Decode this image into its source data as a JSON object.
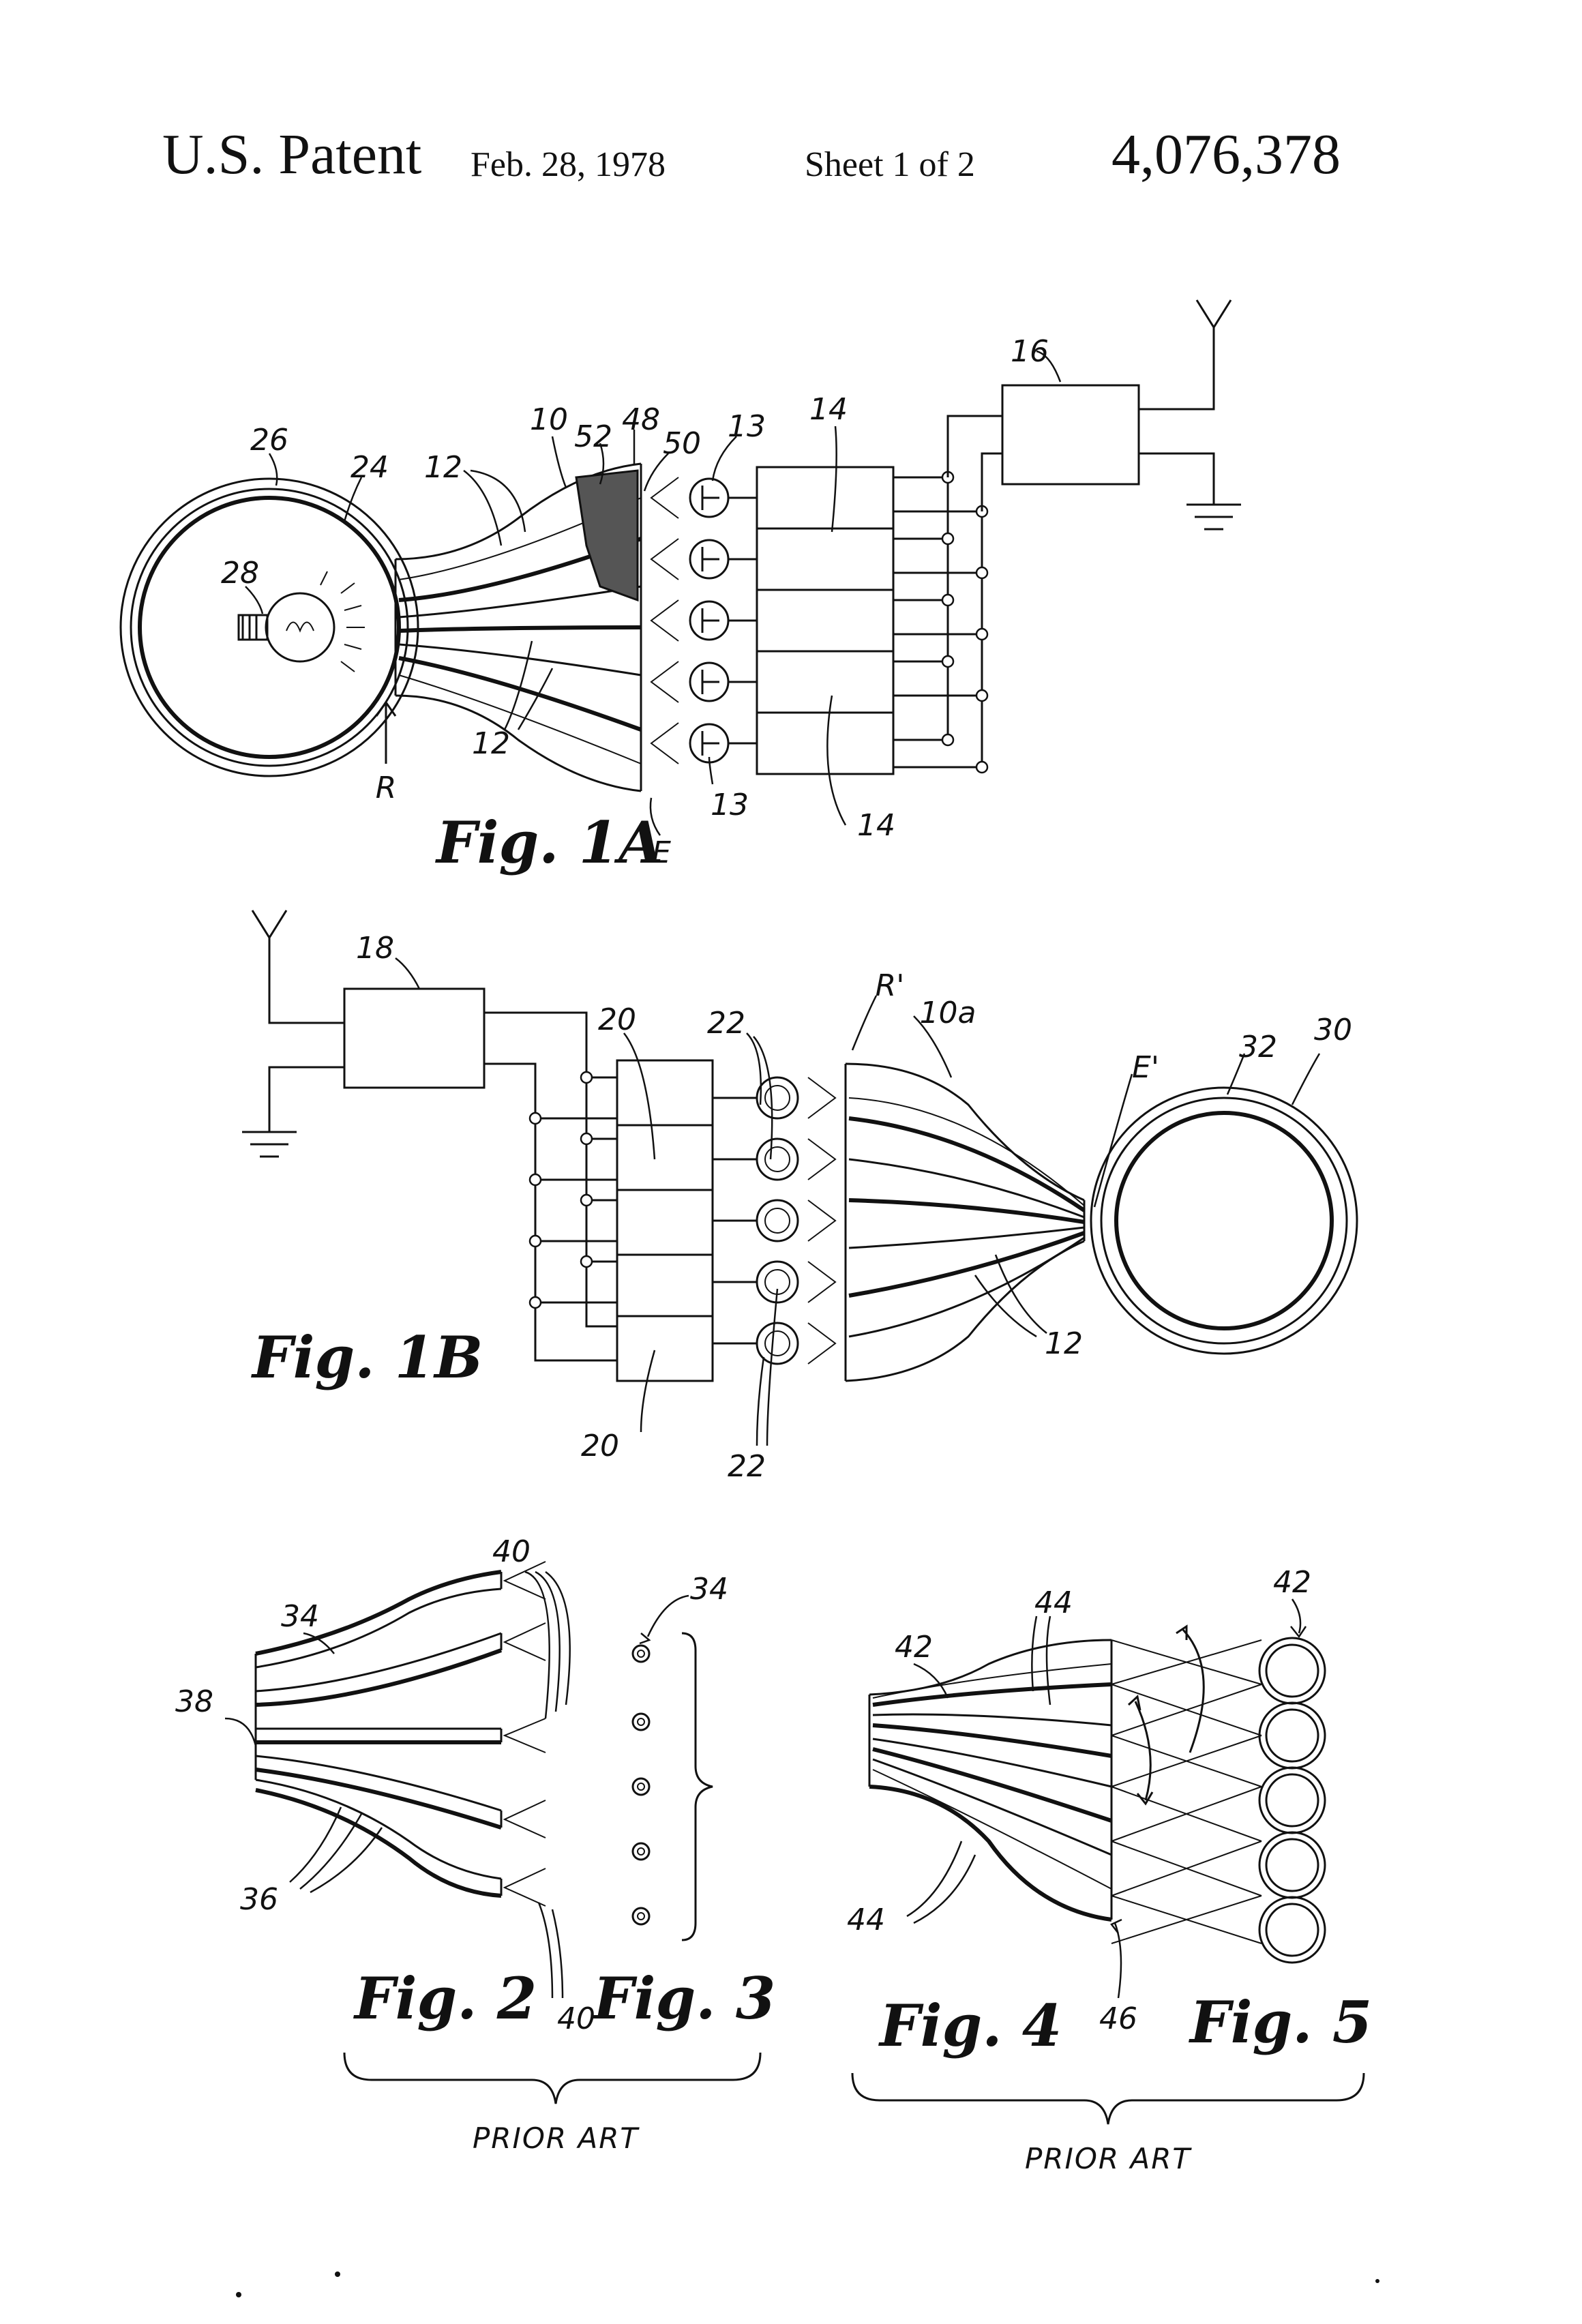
{
  "header": {
    "doc_type": "U.S. Patent",
    "date": "Feb. 28, 1978",
    "sheet": "Sheet 1 of 2",
    "patent_number": "4,076,378"
  },
  "fig1a": {
    "caption": "Fig. 1A",
    "labels": {
      "tube": "26",
      "screen": "24",
      "bulb": "28",
      "fibers_top": "12",
      "fibers_bottom": "12",
      "bundle": "10",
      "coat_52": "52",
      "coat_48": "48",
      "coat_50": "50",
      "detectors_top": "13",
      "detectors_bottom": "13",
      "amps_top": "14",
      "amps_bottom": "14",
      "transmitter": "16",
      "receive_end": "R",
      "emit_end": "E"
    }
  },
  "fig1b": {
    "caption": "Fig. 1B",
    "labels": {
      "receiver": "18",
      "amps_top": "20",
      "amps_bottom": "20",
      "lamps_top": "22",
      "lamps_bottom": "22",
      "receive_end": "R'",
      "bundle": "10a",
      "emit_end": "E'",
      "screen": "32",
      "tube": "30",
      "fibers": "12"
    }
  },
  "fig2": {
    "caption": "Fig. 2",
    "labels": {
      "bundle": "34",
      "end": "38",
      "fibers": "36",
      "rays_top": "40",
      "rays_bottom": "40"
    }
  },
  "fig3": {
    "caption": "Fig. 3",
    "labels": {
      "dots": "34"
    }
  },
  "fig4": {
    "caption": "Fig. 4",
    "labels": {
      "bundle": "42",
      "fibers_top": "44",
      "fibers_bottom": "44",
      "face": "46"
    }
  },
  "fig5": {
    "caption": "Fig. 5",
    "labels": {
      "circles": "42"
    }
  },
  "prior_art_left": "PRIOR ART",
  "prior_art_right": "PRIOR ART"
}
